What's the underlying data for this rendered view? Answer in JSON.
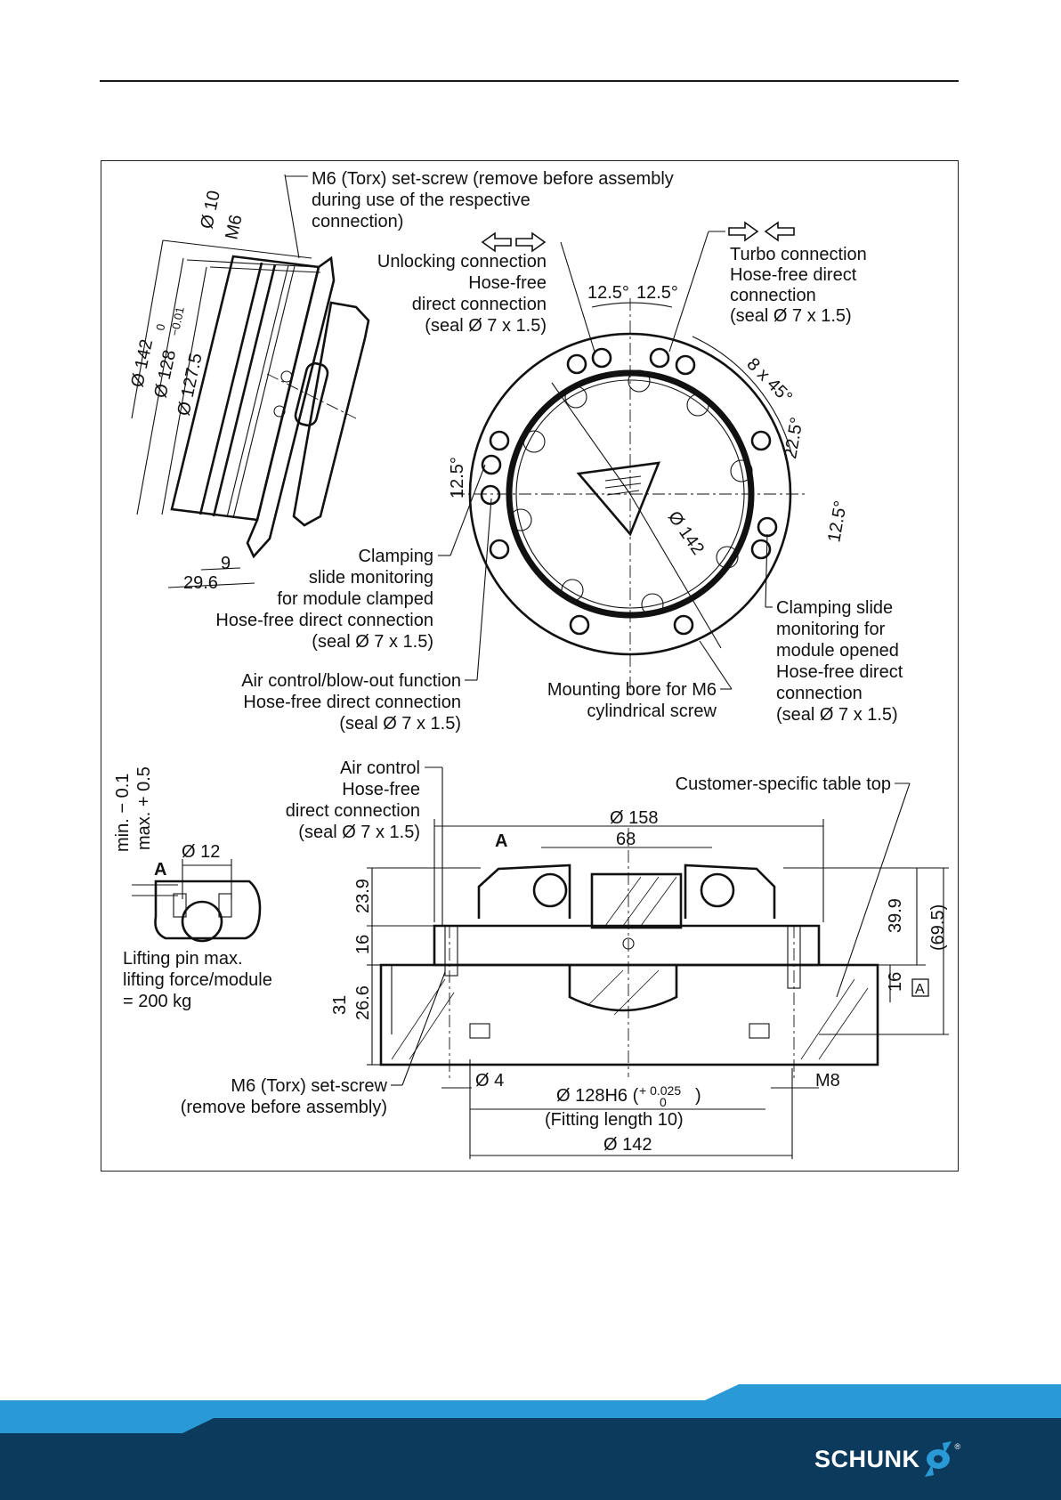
{
  "labels": {
    "setscrew_top_l1": "M6 (Torx) set-screw (remove before assembly",
    "setscrew_top_l2": "during use of the respective",
    "setscrew_top_l3": "connection)",
    "unlock_l1": "Unlocking connection",
    "unlock_l2": "Hose-free",
    "unlock_l3": "direct connection",
    "unlock_l4": "(seal Ø 7 x 1.5)",
    "turbo_l1": "Turbo connection",
    "turbo_l2": "Hose-free direct",
    "turbo_l3": "connection",
    "turbo_l4": "(seal Ø 7 x 1.5)",
    "clamp_l1": "Clamping",
    "clamp_l2": "slide monitoring",
    "clamp_l3": "for module clamped",
    "clamp_l4": "Hose-free direct connection",
    "clamp_l5": "(seal Ø 7 x 1.5)",
    "clampopen_l1": "Clamping slide",
    "clampopen_l2": "monitoring for",
    "clampopen_l3": "module opened",
    "clampopen_l4": "Hose-free direct",
    "clampopen_l5": "connection",
    "clampopen_l6": "(seal Ø 7 x 1.5)",
    "aircb_l1": "Air control/blow-out function",
    "aircb_l2": "Hose-free direct connection",
    "aircb_l3": "(seal Ø 7 x 1.5)",
    "mount_l1": "Mounting bore for M6",
    "mount_l2": "cylindrical screw",
    "airctl_l1": "Air control",
    "airctl_l2": "Hose-free",
    "airctl_l3": "direct connection",
    "airctl_l4": "(seal Ø 7 x 1.5)",
    "tabletop": "Customer-specific table top",
    "lift_l1": "Lifting pin max.",
    "lift_l2": "lifting force/module",
    "lift_l3": "= 200 kg",
    "setscrew_bot_l1": "M6 (Torx) set-screw",
    "setscrew_bot_l2": "(remove before assembly)",
    "fitting": "(Fitting length 10)"
  },
  "dims": {
    "d10": "Ø 10",
    "m6": "M6",
    "d142_side": "Ø 142",
    "d128_side": "Ø 128",
    "d128_tol_upper": "0",
    "d128_tol_lower": "−0.01",
    "d127_5": "Ø 127.5",
    "d9": "9",
    "d29_6": "29.6",
    "a12_5_l": "12.5°",
    "a12_5_r": "12.5°",
    "a8x45": "8 x 45°",
    "a22_5": "22.5°",
    "a12_5_right": "12.5°",
    "a12_5_left": "12.5°",
    "d142_top": "Ø 142",
    "min01": "min. − 0.1",
    "max05": "max. + 0.5",
    "d12": "Ø 12",
    "detail_a": "A",
    "d158": "Ø 158",
    "d68": "68",
    "section_a": "A",
    "h23_9": "23.9",
    "h16_l": "16",
    "h31": "31",
    "h26_6": "26.6",
    "h39_9": "39.9",
    "h69_5": "(69.5)",
    "h16_r": "16",
    "datum_a": "A",
    "d4": "Ø 4",
    "d128h6": "Ø 128H6 (",
    "d128h6_up": "+ 0.025",
    "d128h6_lo": "0",
    "d128h6_close": ")",
    "m8": "M8",
    "d142_bot": "Ø 142"
  },
  "brand": {
    "logo": "SCHUNK",
    "reg": "®",
    "colors": {
      "dark": "#0b3a5c",
      "light": "#2a9ad6",
      "mid": "#1a6fa8"
    }
  }
}
